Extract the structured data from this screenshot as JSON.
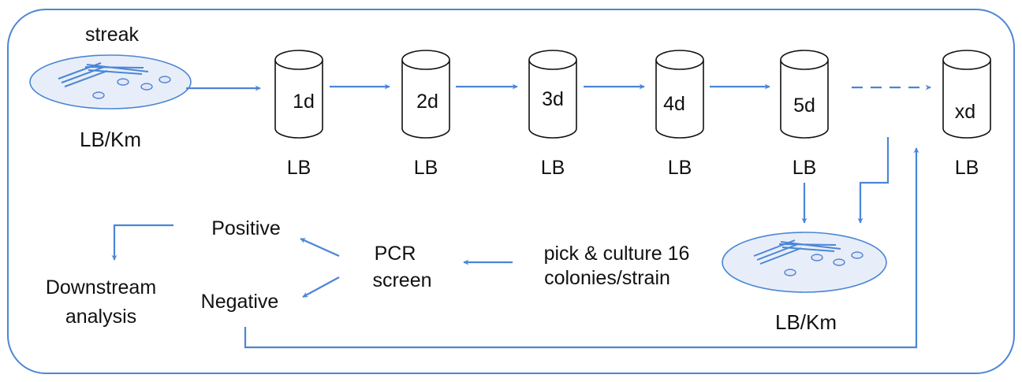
{
  "colors": {
    "frame": "#4a86d6",
    "arrow": "#4a86d6",
    "cylinder_stroke": "#111111",
    "dish_fill": "#e8eef9",
    "colony_fill": "#e6e6f6",
    "text": "#111111"
  },
  "plate_start": {
    "top_label": "streak",
    "bottom_label": "LB/Km"
  },
  "cultures": [
    {
      "day": "1d",
      "medium": "LB"
    },
    {
      "day": "2d",
      "medium": "LB"
    },
    {
      "day": "3d",
      "medium": "LB"
    },
    {
      "day": "4d",
      "medium": "LB"
    },
    {
      "day": "5d",
      "medium": "LB"
    },
    {
      "day": "xd",
      "medium": "LB"
    }
  ],
  "plate_end": {
    "bottom_label": "LB/Km"
  },
  "pick_step": {
    "line1": "pick & culture 16",
    "line2": "colonies/strain"
  },
  "pcr_step": {
    "line1": "PCR",
    "line2": "screen"
  },
  "results": {
    "positive": "Positive",
    "negative": "Negative"
  },
  "downstream": {
    "line1": "Downstream",
    "line2": "analysis"
  }
}
